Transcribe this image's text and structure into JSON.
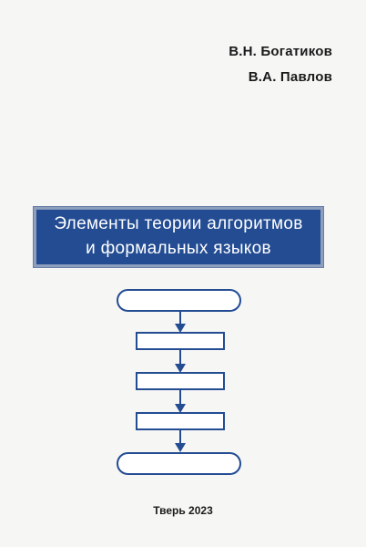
{
  "authors": [
    "В.Н. Богатиков",
    "В.А. Павлов"
  ],
  "title": {
    "line1": "Элементы теории алгоритмов",
    "line2": "и формальных языков"
  },
  "footer": "Тверь 2023",
  "colors": {
    "title_background": "#234c93",
    "flowchart_stroke": "#234c93",
    "page_background": "#f6f6f4"
  }
}
